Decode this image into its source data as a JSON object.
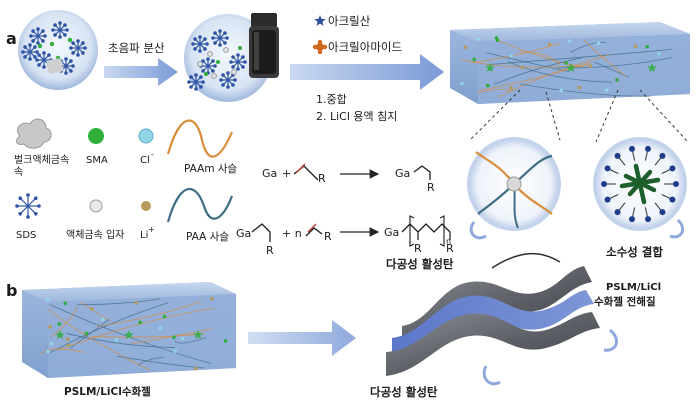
{
  "panel_labels": {
    "a": "a",
    "b": "b"
  },
  "process": {
    "step1": "초음파 분산",
    "legend_acrylic_acid": "아크릴산",
    "legend_acrylamide": "아크릴아마이드",
    "step2_1": "1.중합",
    "step2_2": "2. LiCl 용액 침지"
  },
  "legend": {
    "bulk_lm": "벌크액체금속",
    "sma": "SMA",
    "cl": "Cl",
    "cl_sup": "-",
    "paam": "PAAm 사슬",
    "sds": "SDS",
    "lm_particle": "액체금속 입자",
    "li": "Li",
    "li_sup": "+",
    "paa": "PAA 사슬"
  },
  "reactions": {
    "r1_ga": "Ga",
    "r1_plus": "+",
    "r1_r": "R",
    "r1_prod_ga": "Ga",
    "r1_prod_r": "R",
    "r2_ga": "Ga",
    "r2_r": "R",
    "r2_plus": "+ n",
    "r2_r2": "R",
    "r2_prod_ga": "Ga",
    "r2_prod_r1": "R",
    "r2_prod_r2": "R",
    "r2_n": "n"
  },
  "zoom_label": "소수성 결합",
  "panel_b": {
    "hydrogel_label": "PSLM/LiCl수화젤",
    "top_electrode": "다공성 활성탄",
    "bottom_electrode": "다공성 활성탄",
    "electrolyte_line1": "PSLM/LiCl",
    "electrolyte_line2": "수화젤 전해질"
  },
  "colors": {
    "arrow": "#8ea9dd",
    "gel": "#a9c1e4",
    "sds": "#2f54a5",
    "sma": "#2fae3c",
    "cl": "#8fd5e6",
    "li": "#b59a5b",
    "paam": "#d98c3a",
    "paa": "#3d6e86",
    "star": "#2f4f97",
    "acrylamide": "#d2691e"
  }
}
